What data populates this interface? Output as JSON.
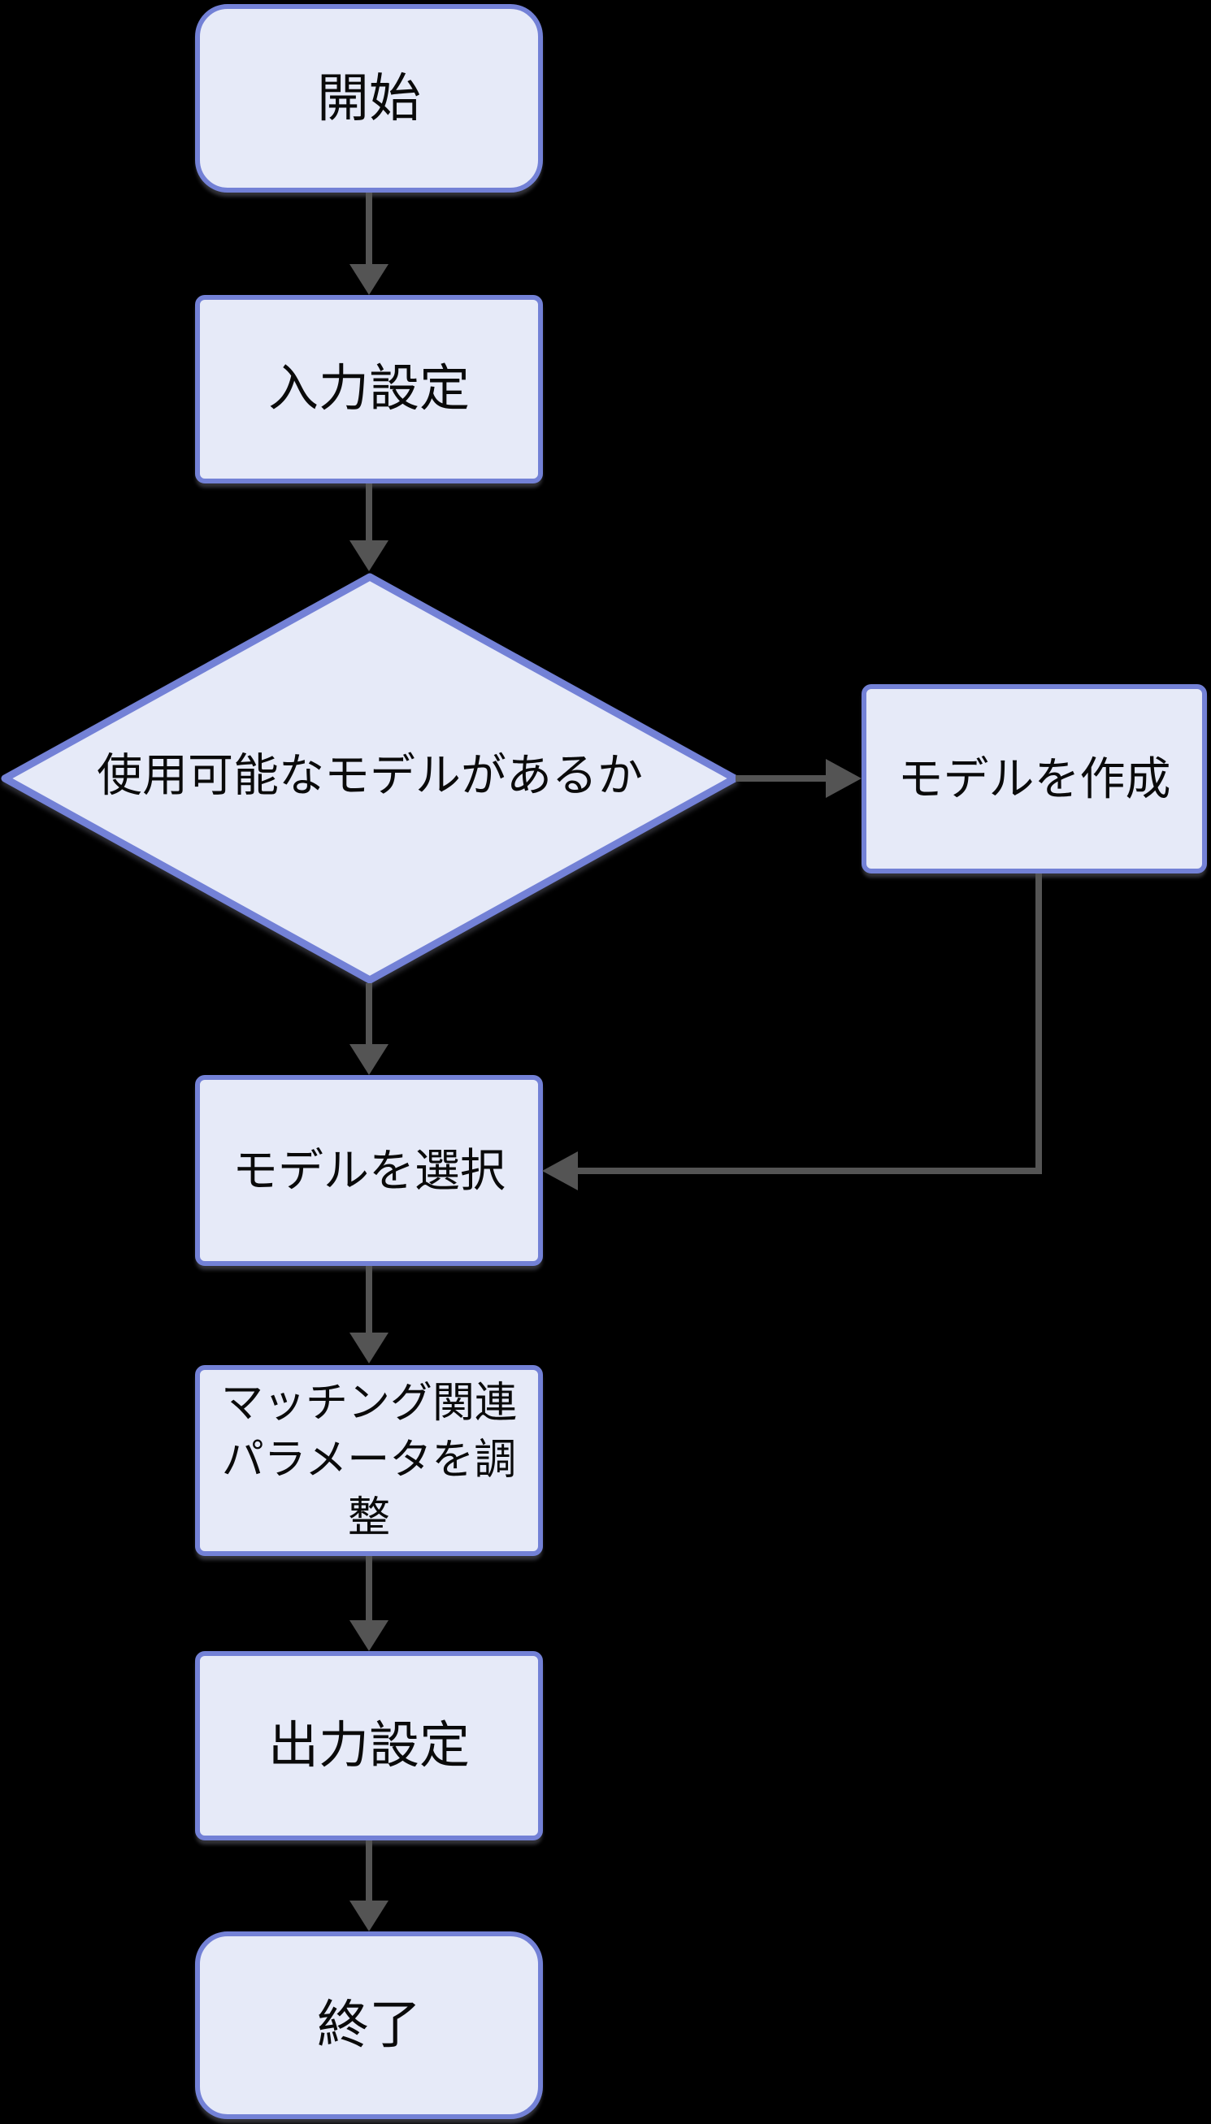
{
  "colors": {
    "background": "#000000",
    "node_fill": "#e6eaf8",
    "node_border": "#7381d6",
    "edge_color": "#545454",
    "text_color": "#0a0a0a"
  },
  "chart_data": {
    "type": "flowchart",
    "direction": "top-down",
    "nodes": [
      {
        "id": "start",
        "shape": "stadium",
        "label": "開始"
      },
      {
        "id": "input_settings",
        "shape": "process",
        "label": "入力設定"
      },
      {
        "id": "model_available",
        "shape": "decision",
        "label": "使用可能なモデルがあるか"
      },
      {
        "id": "create_model",
        "shape": "process",
        "label": "モデルを作成"
      },
      {
        "id": "select_model",
        "shape": "process",
        "label": "モデルを選択"
      },
      {
        "id": "adjust_params",
        "shape": "process",
        "label": "マッチング関連パラメータを調整"
      },
      {
        "id": "output_settings",
        "shape": "process",
        "label": "出力設定"
      },
      {
        "id": "end",
        "shape": "stadium",
        "label": "終了"
      }
    ],
    "edges": [
      {
        "from": "start",
        "to": "input_settings",
        "label": ""
      },
      {
        "from": "input_settings",
        "to": "model_available",
        "label": ""
      },
      {
        "from": "model_available",
        "to": "create_model",
        "label": ""
      },
      {
        "from": "model_available",
        "to": "select_model",
        "label": ""
      },
      {
        "from": "create_model",
        "to": "select_model",
        "label": ""
      },
      {
        "from": "select_model",
        "to": "adjust_params",
        "label": ""
      },
      {
        "from": "adjust_params",
        "to": "output_settings",
        "label": ""
      },
      {
        "from": "output_settings",
        "to": "end",
        "label": ""
      }
    ]
  },
  "nodes": {
    "start": {
      "label": "開始"
    },
    "input_settings": {
      "label": "入力設定"
    },
    "model_available": {
      "label": "使用可能なモデルがあるか"
    },
    "create_model": {
      "label": "モデルを作成"
    },
    "select_model": {
      "label": "モデルを選択"
    },
    "adjust_params": {
      "label": "マッチング関連パラメータを調整"
    },
    "output_settings": {
      "label": "出力設定"
    },
    "end": {
      "label": "終了"
    }
  }
}
